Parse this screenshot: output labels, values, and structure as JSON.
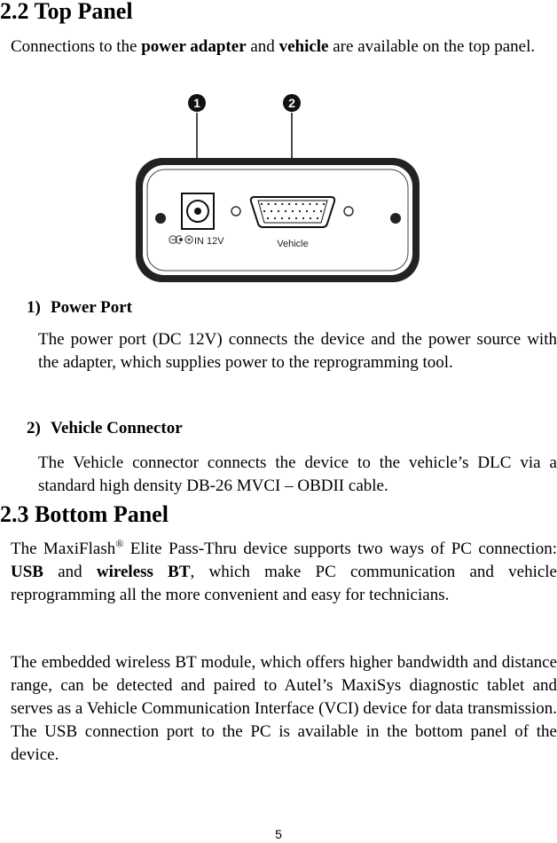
{
  "section_top": {
    "heading": "2.2 Top Panel",
    "intro": {
      "t1": "Connections to the ",
      "b1": "power adapter",
      "t2": " and ",
      "b2": "vehicle",
      "t3": " are available on the top panel."
    },
    "figure": {
      "callout_1": "1",
      "callout_2": "2",
      "power_label": "IN 12V",
      "vehicle_label": "Vehicle",
      "icon": "dc-polarity-icon"
    },
    "items": [
      {
        "number": "1)",
        "title": "Power Port",
        "text": "The power port (DC 12V) connects the device and the power source with the adapter, which supplies power to the reprogramming tool."
      },
      {
        "number": "2)",
        "title": "Vehicle Connector",
        "text": "The Vehicle connector connects the device to the vehicle’s DLC via a standard high density DB-26 MVCI – OBDII cable."
      }
    ]
  },
  "section_bottom": {
    "heading": "2.3 Bottom Panel",
    "p1": {
      "t1": "The MaxiFlash",
      "sup": "®",
      "t2": " Elite Pass-Thru device supports two ways of PC connection: ",
      "b1": "USB",
      "t3": " and ",
      "b2": "wireless BT",
      "t4": ", which make PC communication and vehicle reprogramming all the more convenient and easy for technicians."
    },
    "p2": "The embedded wireless BT module, which offers higher bandwidth and distance range, can be detected and paired to Autel’s MaxiSys diagnostic tablet and serves as a Vehicle Communication Interface (VCI) device for data transmission. The USB connection port to the PC is available in the bottom panel of the device."
  },
  "page_number": "5"
}
